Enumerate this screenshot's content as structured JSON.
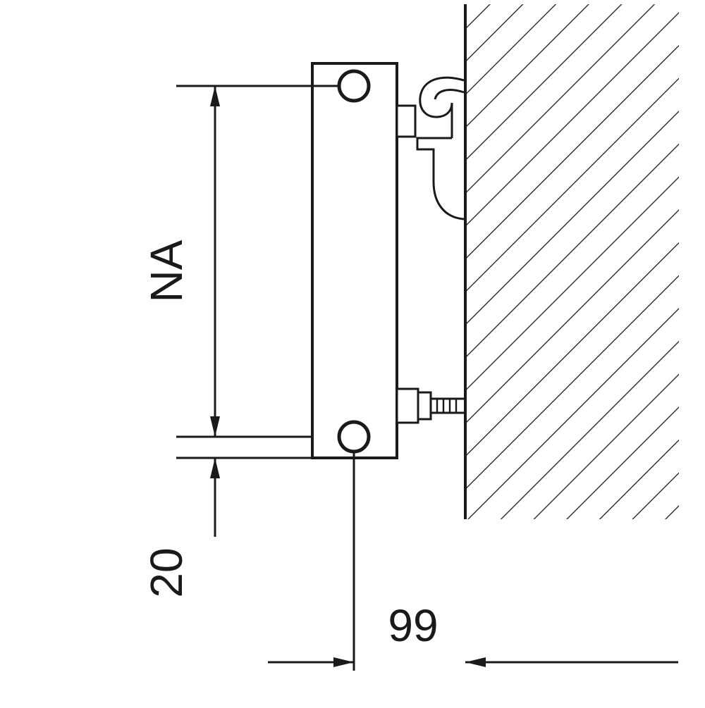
{
  "drawing": {
    "background_color": "#ffffff",
    "line_color": "#1a1a1a",
    "labels": {
      "na": "NA",
      "offset_20": "20",
      "depth_99": "99"
    }
  }
}
